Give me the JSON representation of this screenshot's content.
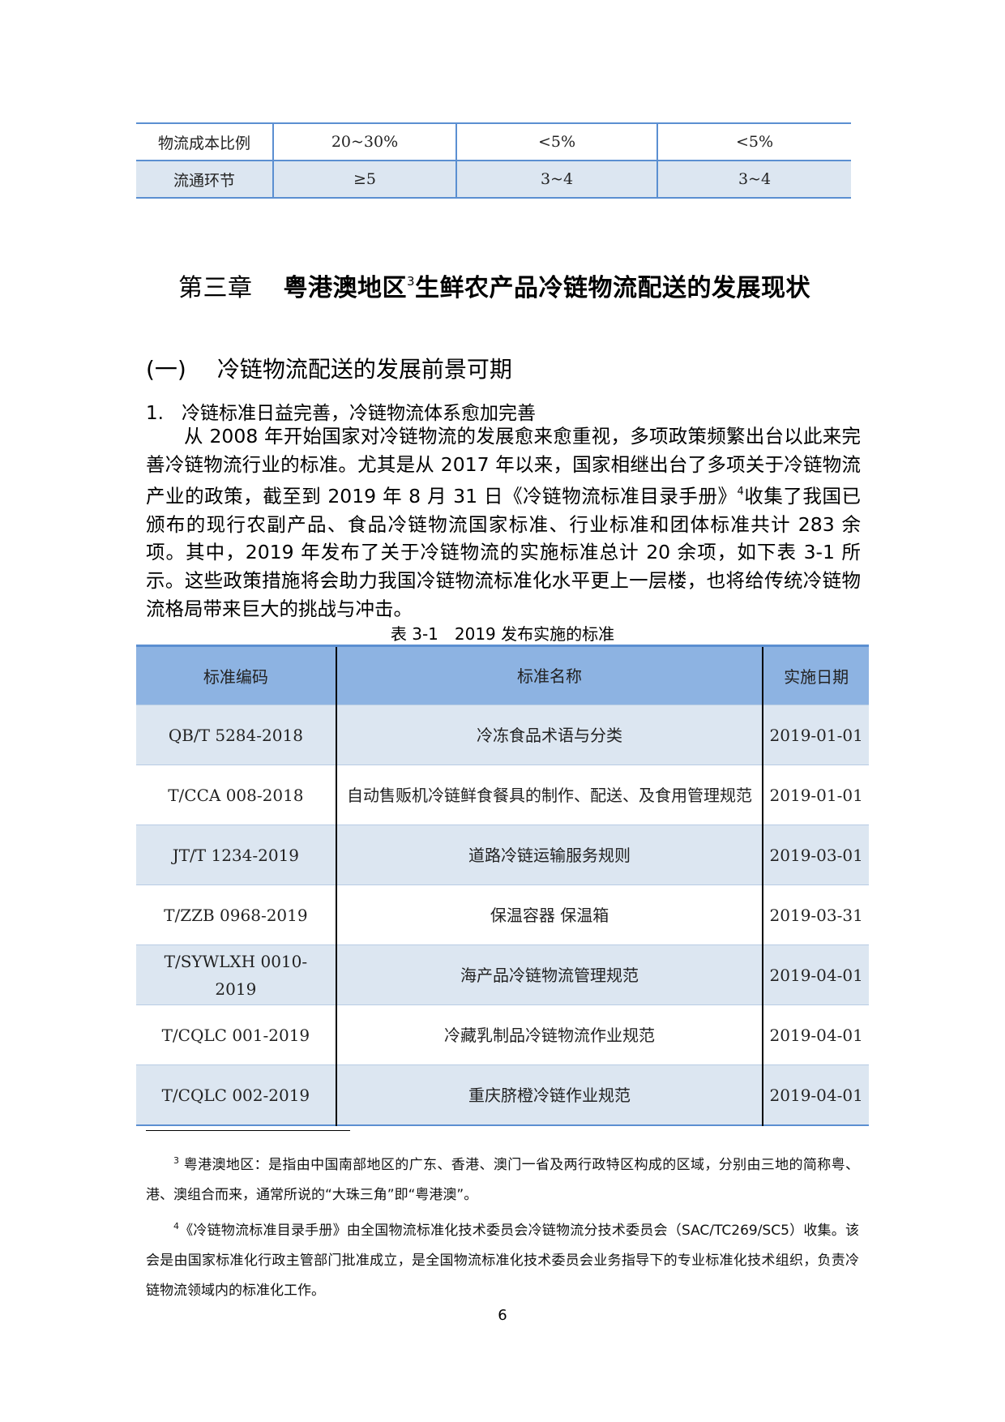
{
  "top_table": {
    "rows": [
      {
        "label": "物流成本比例",
        "c2": "20~30%",
        "c3": "<5%",
        "c4": "<5%"
      },
      {
        "label": "流通环节",
        "c2": "≥5",
        "c3": "3~4",
        "c4": "3~4"
      }
    ]
  },
  "chapter": {
    "number": "第三章",
    "title_part1": "粤港澳地区",
    "footnote_ref": "3",
    "title_part2": "生鲜农产品冷链物流配送的发展现状"
  },
  "section": {
    "label": "(一)",
    "title": "冷链物流配送的发展前景可期"
  },
  "subsection": {
    "number": "1.",
    "title": "冷链标准日益完善，冷链物流体系愈加完善"
  },
  "paragraph": {
    "part1": "从 2008 年开始国家对冷链物流的发展愈来愈重视，多项政策频繁出台以此来完善冷链物流行业的标准。尤其是从 2017 年以来，国家相继出台了多项关于冷链物流产业的政策，截至到 2019 年 8 月 31 日《冷链物流标准目录手册》",
    "footnote_ref": "4",
    "part2": "收集了我国已颁布的现行农副产品、食品冷链物流国家标准、行业标准和团体标准共计 283 余项。其中，2019 年发布了关于冷链物流的实施标准总计 20 余项，如下表 3-1 所示。这些政策措施将会助力我国冷链物流标准化水平更上一层楼，也将给传统冷链物流格局带来巨大的挑战与冲击。"
  },
  "table_caption": "表 3-1　2019 发布实施的标准",
  "standards_table": {
    "headers": {
      "code": "标准编码",
      "name": "标准名称",
      "date": "实施日期"
    },
    "rows": [
      {
        "code": "QB/T 5284-2018",
        "name": "冷冻食品术语与分类",
        "date": "2019-01-01"
      },
      {
        "code": "T/CCA 008-2018",
        "name": "自动售贩机冷链鲜食餐具的制作、配送、及食用管理规范",
        "date": "2019-01-01"
      },
      {
        "code": "JT/T 1234-2019",
        "name": "道路冷链运输服务规则",
        "date": "2019-03-01"
      },
      {
        "code": "T/ZZB 0968-2019",
        "name": "保温容器 保温箱",
        "date": "2019-03-31"
      },
      {
        "code": "T/SYWLXH 0010-2019",
        "name": "海产品冷链物流管理规范",
        "date": "2019-04-01"
      },
      {
        "code": "T/CQLC 001-2019",
        "name": "冷藏乳制品冷链物流作业规范",
        "date": "2019-04-01"
      },
      {
        "code": "T/CQLC 002-2019",
        "name": "重庆脐橙冷链作业规范",
        "date": "2019-04-01"
      }
    ]
  },
  "footnotes": [
    {
      "ref": "3",
      "text": "粤港澳地区：是指由中国南部地区的广东、香港、澳门一省及两行政特区构成的区域，分别由三地的简称粤、港、澳组合而来，通常所说的“大珠三角”即“粤港澳”。"
    },
    {
      "ref": "4",
      "text": "《冷链物流标准目录手册》由全国物流标准化技术委员会冷链物流分技术委员会（SAC/TC269/SC5）收集。该会是由国家标准化行政主管部门批准成立，是全国物流标准化技术委员会业务指导下的专业标准化技术组织，负责冷链物流领域内的标准化工作。"
    }
  ],
  "page_number": "6"
}
